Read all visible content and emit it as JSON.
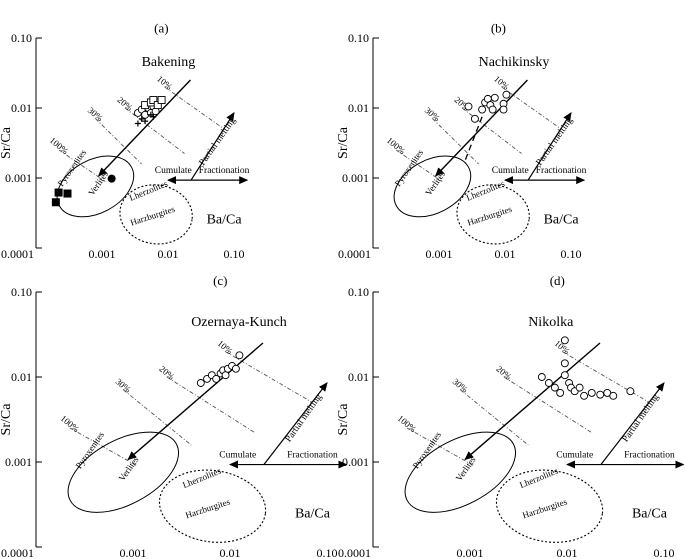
{
  "chart_data": [
    {
      "type": "scatter",
      "panel_label": "(a)",
      "title": "Bakening",
      "xlabel": "Ba/Ca",
      "ylabel": "Sr/Ca",
      "xscale": "log",
      "yscale": "log",
      "xlim": [
        0.0001,
        0.1
      ],
      "ylim": [
        0.0001,
        0.1
      ],
      "xticklabels": [
        "0.0001",
        "0.001",
        "0.01",
        "0.10"
      ],
      "yticklabels": [
        "0.0001",
        "0.001",
        "0.01",
        "0.10"
      ],
      "fractionation_labels": [
        "100%",
        "30%",
        "20%",
        "10%"
      ],
      "field_labels": [
        "Pyroxenites",
        "Verlites",
        "Lherzolites",
        "Harzburgites"
      ],
      "process_labels": [
        "Partial melting",
        "Cumulate",
        "Fractionation"
      ],
      "open_circles": [
        [
          0.0035,
          0.0085
        ],
        [
          0.004,
          0.0095
        ],
        [
          0.0045,
          0.008
        ],
        [
          0.005,
          0.01
        ],
        [
          0.0055,
          0.0085
        ],
        [
          0.006,
          0.0105
        ],
        [
          0.0065,
          0.009
        ],
        [
          0.007,
          0.012
        ]
      ],
      "open_squares": [
        [
          0.0045,
          0.011
        ],
        [
          0.0055,
          0.012
        ],
        [
          0.006,
          0.013
        ],
        [
          0.007,
          0.011
        ],
        [
          0.008,
          0.013
        ]
      ],
      "crosses": [
        [
          0.0035,
          0.006
        ],
        [
          0.004,
          0.007
        ],
        [
          0.0045,
          0.0065
        ],
        [
          0.0055,
          0.008
        ],
        [
          0.006,
          0.0075
        ]
      ],
      "filled_squares": [
        [
          0.0002,
          0.00045
        ],
        [
          0.00022,
          0.00062
        ],
        [
          0.0003,
          0.0006
        ]
      ],
      "filled_circles": [
        [
          0.0014,
          0.00098
        ]
      ]
    },
    {
      "type": "scatter",
      "panel_label": "(b)",
      "title": "Nachikinsky",
      "xlabel": "Ba/Ca",
      "ylabel": "Sr/Ca",
      "xscale": "log",
      "yscale": "log",
      "xlim": [
        0.0001,
        0.1
      ],
      "ylim": [
        0.0001,
        0.1
      ],
      "xticklabels": [
        "0.0001",
        "0.001",
        "0.01",
        "0.10"
      ],
      "yticklabels": [
        "0.0001",
        "0.001",
        "0.01",
        "0.10"
      ],
      "fractionation_labels": [
        "100%",
        "30%",
        "20%",
        "10%"
      ],
      "field_labels": [
        "Pyroxenites",
        "Verlites",
        "Lherzolites",
        "Harzburgites"
      ],
      "process_labels": [
        "Partial melting",
        "Cumulate",
        "Fractionation"
      ],
      "open_circles": [
        [
          0.0028,
          0.0105
        ],
        [
          0.0035,
          0.007
        ],
        [
          0.0045,
          0.0095
        ],
        [
          0.005,
          0.012
        ],
        [
          0.0055,
          0.0135
        ],
        [
          0.006,
          0.011
        ],
        [
          0.0065,
          0.0095
        ],
        [
          0.007,
          0.014
        ],
        [
          0.0095,
          0.0115
        ],
        [
          0.0105,
          0.0155
        ],
        [
          0.0095,
          0.0095
        ]
      ]
    },
    {
      "type": "scatter",
      "panel_label": "(c)",
      "title": "Ozernaya-Kunch",
      "xlabel": "Ba/Ca",
      "ylabel": "Sr/Ca",
      "xscale": "log",
      "yscale": "log",
      "xlim": [
        0.0001,
        0.1
      ],
      "ylim": [
        0.0001,
        0.1
      ],
      "xticklabels": [
        "0.0001",
        "0.001",
        "0.01",
        "0.10"
      ],
      "yticklabels": [
        "0.0001",
        "0.001",
        "0.01",
        "0.10"
      ],
      "fractionation_labels": [
        "100%",
        "30%",
        "20%",
        "10%"
      ],
      "field_labels": [
        "Pyroxenites",
        "Verlites",
        "Lherzolites",
        "Harzburgites"
      ],
      "process_labels": [
        "Partial melting",
        "Cumulate",
        "Fractionation"
      ],
      "open_circles": [
        [
          0.005,
          0.0085
        ],
        [
          0.0058,
          0.0095
        ],
        [
          0.0065,
          0.0105
        ],
        [
          0.0072,
          0.0095
        ],
        [
          0.008,
          0.011
        ],
        [
          0.0085,
          0.012
        ],
        [
          0.009,
          0.0105
        ],
        [
          0.0095,
          0.0125
        ],
        [
          0.0105,
          0.0135
        ],
        [
          0.0115,
          0.0125
        ],
        [
          0.0125,
          0.018
        ]
      ]
    },
    {
      "type": "scatter",
      "panel_label": "(d)",
      "title": "Nikolka",
      "xlabel": "Ba/Ca",
      "ylabel": "Sr/Ca",
      "xscale": "log",
      "yscale": "log",
      "xlim": [
        0.0001,
        0.1
      ],
      "ylim": [
        0.0001,
        0.1
      ],
      "xticklabels": [
        "0.0001",
        "0.001",
        "0.01",
        "0.10"
      ],
      "yticklabels": [
        "0.0001",
        "0.001",
        "0.01",
        "0.10"
      ],
      "fractionation_labels": [
        "100%",
        "30%",
        "20%",
        "10%"
      ],
      "field_labels": [
        "Pyroxenites",
        "Verlites",
        "Lherzolites",
        "Harzburgites"
      ],
      "process_labels": [
        "Partial melting",
        "Cumulate",
        "Fractionation"
      ],
      "open_circles": [
        [
          0.0095,
          0.027
        ],
        [
          0.0055,
          0.01
        ],
        [
          0.0065,
          0.0085
        ],
        [
          0.0075,
          0.0075
        ],
        [
          0.0085,
          0.0065
        ],
        [
          0.0095,
          0.0145
        ],
        [
          0.0095,
          0.0105
        ],
        [
          0.0105,
          0.0085
        ],
        [
          0.011,
          0.0075
        ],
        [
          0.012,
          0.0068
        ],
        [
          0.0135,
          0.0075
        ],
        [
          0.015,
          0.006
        ],
        [
          0.018,
          0.0065
        ],
        [
          0.022,
          0.0062
        ],
        [
          0.026,
          0.0065
        ],
        [
          0.03,
          0.006
        ],
        [
          0.045,
          0.0068
        ]
      ]
    }
  ]
}
